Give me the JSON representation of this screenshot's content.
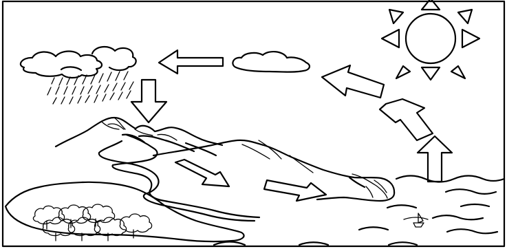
{
  "diagram": {
    "elements": [
      "sun",
      "rain-cloud",
      "cloud",
      "rain",
      "mountain",
      "island",
      "river",
      "forest",
      "sea",
      "sailboat",
      "arrow-evaporation",
      "arrow-rising",
      "arrow-condensation",
      "arrow-cloud-movement",
      "arrow-precipitation",
      "arrow-runoff-left",
      "arrow-runoff-right"
    ],
    "colors": {
      "ink": "#000000",
      "paper": "#ffffff"
    }
  }
}
